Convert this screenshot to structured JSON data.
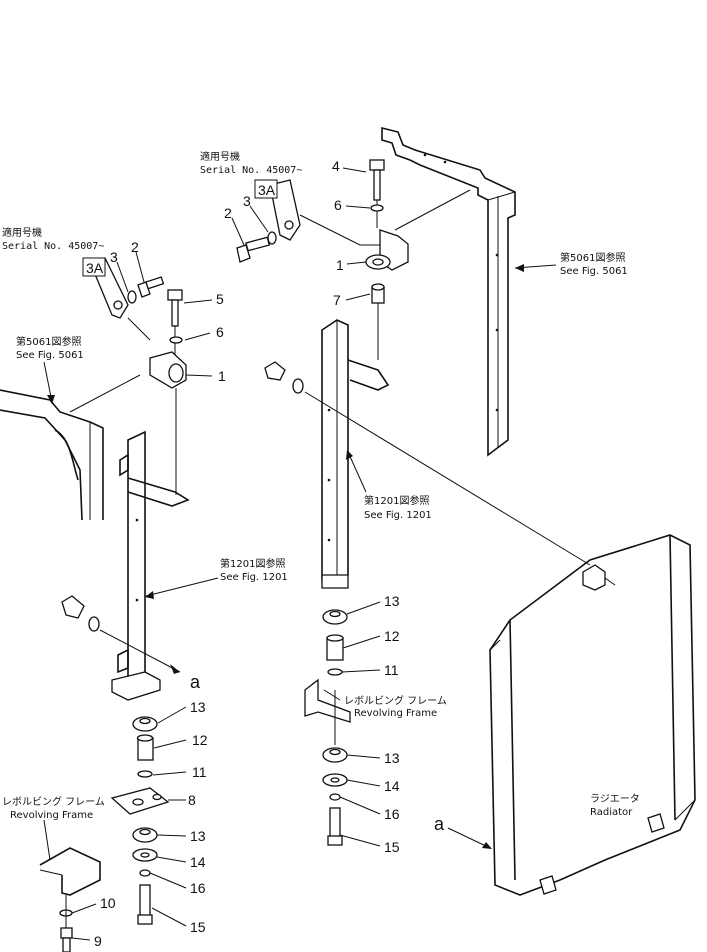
{
  "serial_notes": [
    {
      "jp": "適用号機",
      "en": "Serial No. 45007~"
    },
    {
      "jp": "適用号機",
      "en": "Serial No. 45007~"
    }
  ],
  "refs": [
    {
      "jp": "第5061図参照",
      "en": "See Fig. 5061"
    },
    {
      "jp": "第5061図参照",
      "en": "See Fig. 5061"
    },
    {
      "jp": "第1201図参照",
      "en": "See Fig. 1201"
    },
    {
      "jp": "第1201図参照",
      "en": "See Fig. 1201"
    }
  ],
  "frames": [
    {
      "jp": "レボルビング フレーム",
      "en": "Revolving Frame"
    },
    {
      "jp": "レボルビング フレーム",
      "en": "Revolving Frame"
    }
  ],
  "radiator": {
    "jp": "ラジエータ",
    "en": "Radiator"
  },
  "connector": "a",
  "callouts": {
    "left": [
      "2",
      "3",
      "3A",
      "5",
      "6",
      "1",
      "13",
      "12",
      "11",
      "8",
      "13",
      "14",
      "16",
      "15",
      "10",
      "9"
    ],
    "upper": [
      "4",
      "6",
      "3A",
      "2",
      "3",
      "1",
      "7"
    ],
    "center": [
      "13",
      "12",
      "11",
      "13",
      "14",
      "16",
      "15"
    ]
  }
}
